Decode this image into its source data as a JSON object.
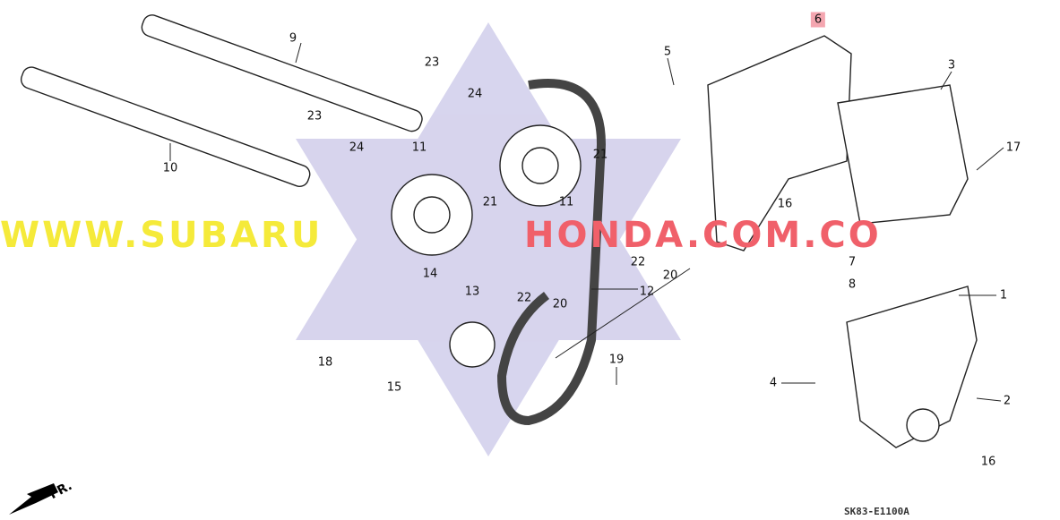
{
  "diagram": {
    "highlighted_part": "6",
    "callouts": [
      "9",
      "23",
      "24",
      "23",
      "10",
      "11",
      "24",
      "21",
      "21",
      "11",
      "5",
      "6",
      "3",
      "17",
      "16",
      "22",
      "20",
      "7",
      "8",
      "1",
      "14",
      "13",
      "12",
      "22",
      "20",
      "18",
      "15",
      "19",
      "4",
      "2",
      "16"
    ],
    "diagram_code": "SK83-E1100A",
    "front_indicator": "FR.",
    "colors": {
      "highlight": "#f4a6b0",
      "watermark_star": "#c8c4e6",
      "watermark_left": "#f5ea3a",
      "watermark_right": "#f0606a"
    }
  },
  "watermark": {
    "left": "WWW.SUBARU",
    "right": "HONDA.COM.CO"
  }
}
